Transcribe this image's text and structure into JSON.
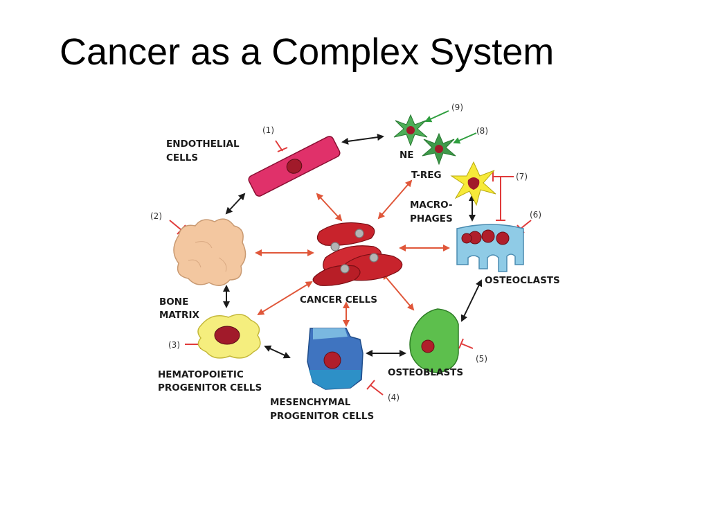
{
  "slide": {
    "title": "Cancer as a Complex System"
  },
  "labels": {
    "endothelial_1": "ENDOTHELIAL",
    "endothelial_2": "CELLS",
    "ne": "NE",
    "treg": "T-REG",
    "macro_1": "MACRO-",
    "macro_2": "PHAGES",
    "osteoclasts": "OSTEOCLASTS",
    "bone_1": "BONE",
    "bone_2": "MATRIX",
    "cancer": "CANCER CELLS",
    "hema_1": "HEMATOPOIETIC",
    "hema_2": "PROGENITOR CELLS",
    "mesen_1": "MESENCHYMAL",
    "mesen_2": "PROGENITOR CELLS",
    "osteoblasts": "OSTEOBLASTS"
  },
  "numbers": [
    "(1)",
    "(2)",
    "(3)",
    "(4)",
    "(5)",
    "(6)",
    "(7)",
    "(8)",
    "(9)"
  ],
  "colors": {
    "cancer": "#c8232c",
    "endothelial": "#e0316a",
    "bone": "#f3c7a0",
    "hematopoietic": "#f5ee7e",
    "mesenchymal": "#3f74c0",
    "osteoblast": "#5dbf4d",
    "osteoclast": "#8fcbe6",
    "ne": "#4dae57",
    "macrophage": "#f7ea39",
    "arrow_orange": "#e0573a",
    "arrow_black": "#1a1a1a",
    "inhibit_red": "#e03a3a",
    "arrow_green": "#2e9e3e"
  }
}
